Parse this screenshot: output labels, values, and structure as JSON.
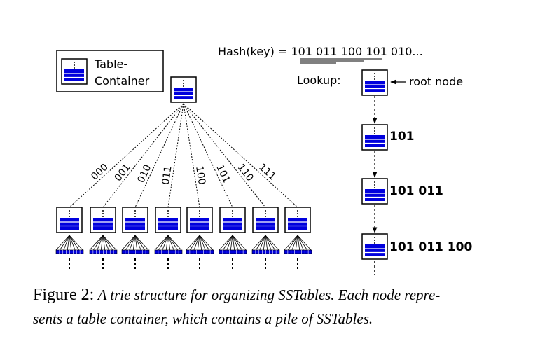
{
  "legend": {
    "line1": "Table-",
    "line2": "Container"
  },
  "hash": {
    "prefix": "Hash(key) = ",
    "value": "101 011 100 101 010..."
  },
  "lookup": {
    "label": "Lookup:",
    "root_label": "root node"
  },
  "chain_labels": [
    "101",
    "101 011",
    "101 011 100"
  ],
  "edge_labels": [
    "000",
    "001",
    "010",
    "011",
    "100",
    "101",
    "110",
    "111"
  ],
  "caption": {
    "figure": "Figure 2:",
    "line1": "A trie structure for organizing SSTables. Each node repre-",
    "line2": "sents a table container, which contains a pile of SSTables."
  },
  "colors": {
    "table_fill": "#0000dd",
    "stroke": "#000000"
  },
  "icons": [
    "table-container-icon",
    "arrow-left-icon",
    "arrow-down-icon"
  ]
}
